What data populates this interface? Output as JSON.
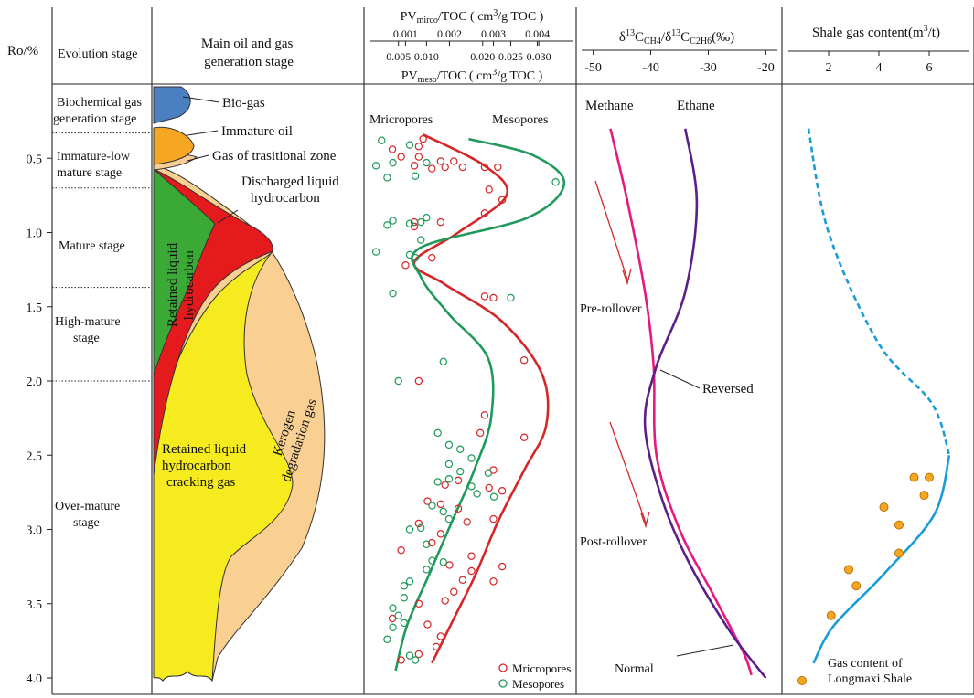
{
  "chart_data": [
    {
      "type": "area",
      "panel": "evolution-stages",
      "yaxis": {
        "label": "Ro/%",
        "ticks": [
          "0.5",
          "1.0",
          "1.5",
          "2.0",
          "2.5",
          "3.0",
          "3.5",
          "4.0"
        ],
        "range": [
          0,
          4.0
        ],
        "inverted": true
      },
      "column_headers": {
        "stage": "Evolution stage",
        "generation": "Main oil and gas generation stage"
      },
      "stages": [
        {
          "label": "Biochemical gas generation stage",
          "ro_top": 0.0,
          "ro_bottom": 0.33
        },
        {
          "label": "Immature-low mature stage",
          "ro_top": 0.33,
          "ro_bottom": 0.7
        },
        {
          "label": "Mature stage",
          "ro_top": 0.7,
          "ro_bottom": 1.37
        },
        {
          "label": "High-mature stage",
          "ro_top": 1.37,
          "ro_bottom": 2.0
        },
        {
          "label": "Over-mature stage",
          "ro_top": 2.0,
          "ro_bottom": 4.0
        }
      ],
      "zones": [
        {
          "label": "Bio-gas",
          "color": "#4a7fc1"
        },
        {
          "label": "Immature oil",
          "color": "#f5a623"
        },
        {
          "label": "Gas of trasitional zone",
          "color": "#f7cf96"
        },
        {
          "label": "Discharged liquid hydrocarbon",
          "color": "#e41a1c"
        },
        {
          "label": "Retained liquid hydrocarbon",
          "color": "#3aa935"
        },
        {
          "label": "Retained liquid hydrocarbon cracking gas",
          "color": "#f5eb1f"
        },
        {
          "label": "Kerogen degradation gas",
          "color": "#f9cf92"
        }
      ]
    },
    {
      "type": "scatter",
      "panel": "pore-volume",
      "x_top": {
        "label": "PVmirco/TOC ( cm3/g TOC )",
        "ticks": [
          0.001,
          0.002,
          0.003,
          0.004
        ],
        "range": [
          0.0002,
          0.0048
        ]
      },
      "x_bottom": {
        "label": "PVmeso/TOC ( cm3/g TOC )",
        "ticks": [
          0.005,
          0.01,
          0.02,
          0.025,
          0.03
        ],
        "range": [
          0.0,
          0.036
        ]
      },
      "series": [
        {
          "name": "Mricropores",
          "color": "#d62728",
          "points": [
            [
              0.0014,
              0.37
            ],
            [
              0.0013,
              0.42
            ],
            [
              0.0012,
              0.55
            ],
            [
              0.0019,
              0.56
            ],
            [
              0.0023,
              0.56
            ],
            [
              0.0016,
              0.57
            ],
            [
              0.0009,
              0.49
            ],
            [
              0.0007,
              0.44
            ],
            [
              0.0013,
              0.49
            ],
            [
              0.0018,
              0.52
            ],
            [
              0.0021,
              0.52
            ],
            [
              0.0028,
              0.56
            ],
            [
              0.0031,
              0.56
            ],
            [
              0.0029,
              0.71
            ],
            [
              0.0032,
              0.78
            ],
            [
              0.0028,
              0.87
            ],
            [
              0.0018,
              0.93
            ],
            [
              0.0012,
              0.93
            ],
            [
              0.0012,
              0.96
            ],
            [
              0.0016,
              1.17
            ],
            [
              0.001,
              1.22
            ],
            [
              0.0028,
              1.43
            ],
            [
              0.003,
              1.44
            ],
            [
              0.0037,
              1.86
            ],
            [
              0.0013,
              2.0
            ],
            [
              0.0028,
              2.23
            ],
            [
              0.0037,
              2.38
            ],
            [
              0.0027,
              2.35
            ],
            [
              0.003,
              2.6
            ],
            [
              0.0022,
              2.67
            ],
            [
              0.0019,
              2.7
            ],
            [
              0.0029,
              2.72
            ],
            [
              0.0032,
              2.74
            ],
            [
              0.0015,
              2.81
            ],
            [
              0.0018,
              2.83
            ],
            [
              0.0022,
              2.86
            ],
            [
              0.003,
              2.93
            ],
            [
              0.0024,
              2.95
            ],
            [
              0.0013,
              2.96
            ],
            [
              0.0018,
              3.03
            ],
            [
              0.0016,
              3.09
            ],
            [
              0.0009,
              3.14
            ],
            [
              0.0025,
              3.18
            ],
            [
              0.002,
              3.24
            ],
            [
              0.0025,
              3.28
            ],
            [
              0.0032,
              3.25
            ],
            [
              0.003,
              3.35
            ],
            [
              0.0023,
              3.34
            ],
            [
              0.0021,
              3.42
            ],
            [
              0.0019,
              3.48
            ],
            [
              0.0013,
              3.5
            ],
            [
              0.0015,
              3.64
            ],
            [
              0.0018,
              3.72
            ],
            [
              0.0017,
              3.79
            ],
            [
              0.0013,
              3.84
            ],
            [
              0.0007,
              3.6
            ],
            [
              0.0009,
              3.88
            ]
          ]
        },
        {
          "name": "Mesopores",
          "color": "#1f9a5a",
          "points": [
            [
              0.002,
              0.38
            ],
            [
              0.007,
              0.41
            ],
            [
              0.004,
              0.53
            ],
            [
              0.01,
              0.53
            ],
            [
              0.001,
              0.55
            ],
            [
              0.008,
              0.62
            ],
            [
              0.003,
              0.63
            ],
            [
              0.033,
              0.66
            ],
            [
              0.01,
              0.9
            ],
            [
              0.004,
              0.92
            ],
            [
              0.007,
              0.94
            ],
            [
              0.009,
              0.93
            ],
            [
              0.003,
              0.95
            ],
            [
              0.009,
              1.05
            ],
            [
              0.007,
              1.15
            ],
            [
              0.008,
              1.17
            ],
            [
              0.001,
              1.13
            ],
            [
              0.004,
              1.41
            ],
            [
              0.025,
              1.44
            ],
            [
              0.013,
              1.87
            ],
            [
              0.005,
              2.0
            ],
            [
              0.012,
              2.35
            ],
            [
              0.014,
              2.43
            ],
            [
              0.016,
              2.46
            ],
            [
              0.018,
              2.52
            ],
            [
              0.014,
              2.56
            ],
            [
              0.016,
              2.61
            ],
            [
              0.021,
              2.62
            ],
            [
              0.014,
              2.66
            ],
            [
              0.012,
              2.68
            ],
            [
              0.018,
              2.71
            ],
            [
              0.019,
              2.76
            ],
            [
              0.022,
              2.78
            ],
            [
              0.011,
              2.84
            ],
            [
              0.013,
              2.88
            ],
            [
              0.014,
              2.93
            ],
            [
              0.009,
              2.99
            ],
            [
              0.007,
              3.0
            ],
            [
              0.01,
              3.1
            ],
            [
              0.011,
              3.21
            ],
            [
              0.013,
              3.22
            ],
            [
              0.01,
              3.27
            ],
            [
              0.007,
              3.35
            ],
            [
              0.006,
              3.38
            ],
            [
              0.006,
              3.46
            ],
            [
              0.004,
              3.53
            ],
            [
              0.005,
              3.58
            ],
            [
              0.006,
              3.63
            ],
            [
              0.004,
              3.66
            ],
            [
              0.003,
              3.74
            ],
            [
              0.007,
              3.85
            ],
            [
              0.008,
              3.88
            ]
          ]
        }
      ],
      "trend_curves": [
        {
          "name": "Mricropores",
          "color": "#d62728",
          "x_scale": "top",
          "points": [
            [
              0.0014,
              0.34
            ],
            [
              0.0028,
              0.55
            ],
            [
              0.0033,
              0.75
            ],
            [
              0.0022,
              1.0
            ],
            [
              0.0012,
              1.2
            ],
            [
              0.0019,
              1.35
            ],
            [
              0.0032,
              1.6
            ],
            [
              0.0041,
              1.95
            ],
            [
              0.0042,
              2.3
            ],
            [
              0.0037,
              2.6
            ],
            [
              0.0031,
              2.95
            ],
            [
              0.0026,
              3.3
            ],
            [
              0.0021,
              3.6
            ],
            [
              0.0016,
              3.9
            ]
          ]
        },
        {
          "name": "Mesopores",
          "color": "#1f9a5a",
          "x_scale": "bottom",
          "points": [
            [
              0.0175,
              0.37
            ],
            [
              0.029,
              0.48
            ],
            [
              0.0345,
              0.67
            ],
            [
              0.028,
              0.9
            ],
            [
              0.009,
              1.1
            ],
            [
              0.009,
              1.3
            ],
            [
              0.014,
              1.55
            ],
            [
              0.021,
              1.85
            ],
            [
              0.0215,
              2.25
            ],
            [
              0.0185,
              2.6
            ],
            [
              0.0145,
              2.95
            ],
            [
              0.0105,
              3.3
            ],
            [
              0.0065,
              3.65
            ],
            [
              0.0045,
              3.95
            ]
          ]
        }
      ],
      "labels": [
        "Mricropores",
        "Mesopores"
      ],
      "legend": "bottom-right"
    },
    {
      "type": "line",
      "panel": "carbon-isotope",
      "xaxis": {
        "label": "δ13CCH4/δ13CC2H6(‰)",
        "ticks": [
          -50,
          -40,
          -30,
          -20
        ],
        "range": [
          -52,
          -18
        ]
      },
      "series": [
        {
          "name": "Methane",
          "color": "#e6197e",
          "points": [
            [
              -47,
              0.3
            ],
            [
              -44,
              0.8
            ],
            [
              -41,
              1.4
            ],
            [
              -39.5,
              1.9
            ],
            [
              -39,
              2.5
            ],
            [
              -35,
              3.0
            ],
            [
              -29,
              3.45
            ],
            [
              -24,
              3.82
            ],
            [
              -22.5,
              3.98
            ]
          ]
        },
        {
          "name": "Ethane",
          "color": "#5a1f8a",
          "points": [
            [
              -34,
              0.3
            ],
            [
              -32,
              0.8
            ],
            [
              -34,
              1.4
            ],
            [
              -39,
              1.9
            ],
            [
              -41,
              2.3
            ],
            [
              -38,
              2.8
            ],
            [
              -33,
              3.25
            ],
            [
              -26,
              3.7
            ],
            [
              -20,
              4.0
            ]
          ]
        }
      ],
      "annotations": [
        "Methane",
        "Ethane",
        "Pre-rollover",
        "Reversed",
        "Post-rollover",
        "Normal"
      ]
    },
    {
      "type": "scatter",
      "panel": "gas-content",
      "xaxis": {
        "label": "Shale gas content(m3/t)",
        "ticks": [
          2,
          4,
          6
        ],
        "range": [
          0.4,
          7.6
        ]
      },
      "series": [
        {
          "name": "Gas content of Longmaxi Shale",
          "color": "#f5a623",
          "points": [
            [
              5.4,
              2.65
            ],
            [
              6.0,
              2.65
            ],
            [
              5.8,
              2.77
            ],
            [
              4.2,
              2.85
            ],
            [
              4.8,
              2.97
            ],
            [
              4.8,
              3.16
            ],
            [
              2.8,
              3.27
            ],
            [
              3.1,
              3.38
            ],
            [
              2.1,
              3.58
            ]
          ]
        }
      ],
      "trend_curve": {
        "color": "#1b9bd7",
        "points": [
          [
            1.2,
            0.3
          ],
          [
            2.0,
            1.0
          ],
          [
            4.0,
            1.75
          ],
          [
            6.1,
            2.15
          ],
          [
            6.8,
            2.5
          ],
          [
            6.2,
            2.9
          ],
          [
            4.2,
            3.3
          ],
          [
            2.2,
            3.65
          ],
          [
            1.4,
            3.9
          ]
        ],
        "dashed_above": 2.5
      }
    }
  ]
}
